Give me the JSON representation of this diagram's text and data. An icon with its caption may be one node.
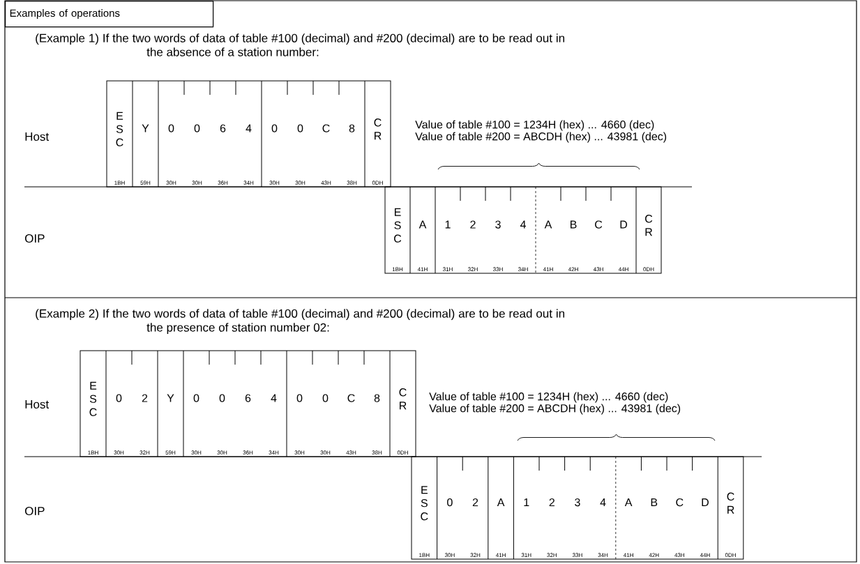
{
  "diagram": {
    "nodes": [
      {
        "text": [
          "Examples of operations"
        ]
      },
      {
        "text": [
          "E S C",
          "1BH"
        ]
      },
      {
        "text": [
          "Y",
          "59H"
        ]
      },
      {
        "text": [
          "0",
          "30H"
        ]
      },
      {
        "text": [
          "0",
          "30H"
        ]
      },
      {
        "text": [
          "6",
          "36H"
        ]
      },
      {
        "text": [
          "4",
          "34H"
        ]
      },
      {
        "text": [
          "0",
          "30H"
        ]
      },
      {
        "text": [
          "0",
          "30H"
        ]
      },
      {
        "text": [
          "C",
          "43H"
        ]
      },
      {
        "text": [
          "8",
          "38H"
        ]
      },
      {
        "text": [
          "C R",
          "0DH"
        ]
      },
      {
        "text": [
          "E S C",
          "1BH"
        ]
      },
      {
        "text": [
          "A",
          "41H"
        ]
      },
      {
        "text": [
          "1",
          "31H"
        ]
      },
      {
        "text": [
          "2",
          "32H"
        ]
      },
      {
        "text": [
          "3",
          "33H"
        ]
      },
      {
        "text": [
          "4",
          "34H"
        ]
      },
      {
        "text": [
          "A",
          "41H"
        ]
      },
      {
        "text": [
          "B",
          "42H"
        ]
      },
      {
        "text": [
          "C",
          "43H"
        ]
      },
      {
        "text": [
          "D",
          "44H"
        ]
      },
      {
        "text": [
          "C R",
          "0DH"
        ]
      },
      {
        "text": [
          "E S C",
          "1BH"
        ]
      },
      {
        "text": [
          "0",
          "30H"
        ]
      },
      {
        "text": [
          "2",
          "32H"
        ]
      },
      {
        "text": [
          "Y",
          "59H"
        ]
      },
      {
        "text": [
          "0",
          "30H"
        ]
      },
      {
        "text": [
          "0",
          "30H"
        ]
      },
      {
        "text": [
          "6",
          "36H"
        ]
      },
      {
        "text": [
          "4",
          "34H"
        ]
      },
      {
        "text": [
          "0",
          "30H"
        ]
      },
      {
        "text": [
          "0",
          "30H"
        ]
      },
      {
        "text": [
          "C",
          "43H"
        ]
      },
      {
        "text": [
          "8",
          "38H"
        ]
      },
      {
        "text": [
          "C R",
          "0DH"
        ]
      },
      {
        "text": [
          "E S C",
          "1BH"
        ]
      },
      {
        "text": [
          "0",
          "30H"
        ]
      },
      {
        "text": [
          "2",
          "32H"
        ]
      },
      {
        "text": [
          "A",
          "41H"
        ]
      },
      {
        "text": [
          "1",
          "31H"
        ]
      },
      {
        "text": [
          "2",
          "32H"
        ]
      },
      {
        "text": [
          "3",
          "33H"
        ]
      },
      {
        "text": [
          "4",
          "34H"
        ]
      },
      {
        "text": [
          "A",
          "41H"
        ]
      },
      {
        "text": [
          "B",
          "42H"
        ]
      },
      {
        "text": [
          "C",
          "43H"
        ]
      },
      {
        "text": [
          "D",
          "44H"
        ]
      },
      {
        "text": [
          "C R",
          "0DH"
        ]
      }
    ],
    "labels": [
      "(Example 1) If the two words of data of table #100 (decimal) and #200 (decimal) are to be read out in the absence of a station number:",
      "Host",
      "Value of table #100 = 1234H (hex) ... 4660 (dec)",
      "Value of table #200 = ABCDH (hex) ... 43981 (dec)",
      "OIP",
      "(Example 2) If the two words of data of table #100 (decimal) and #200 (decimal) are to be read out in the presence of station number 02:",
      "Host",
      "Value of table #100 = 1234H (hex) ... 4660 (dec)",
      "Value of table #200 = ABCDH (hex) ... 43981 (dec)",
      "OIP"
    ]
  }
}
